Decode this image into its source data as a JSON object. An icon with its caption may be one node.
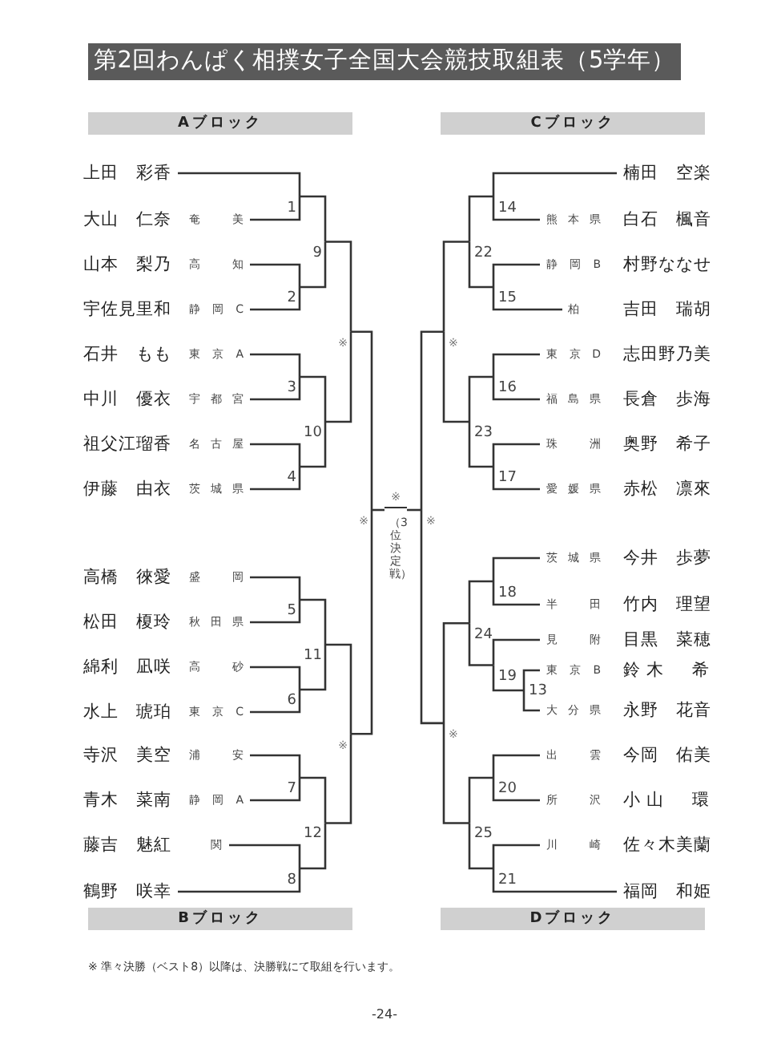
{
  "diagram": {
    "title": "第2回わんぱく相撲女子全国大会競技取組表（5学年）",
    "nodes": [
      {
        "text": [
          "Aブロック"
        ]
      },
      {
        "text": [
          "Cブロック"
        ]
      },
      {
        "text": [
          "上田　彩香"
        ]
      },
      {
        "text": [
          "大山　仁奈",
          "奄美"
        ]
      },
      {
        "text": [
          "山本　梨乃",
          "高知"
        ]
      },
      {
        "text": [
          "宇佐見里和",
          "静岡C"
        ]
      },
      {
        "text": [
          "石井　もも",
          "東京A"
        ]
      },
      {
        "text": [
          "中川　優衣",
          "宇都宮"
        ]
      },
      {
        "text": [
          "祖父江瑠香",
          "名古屋"
        ]
      },
      {
        "text": [
          "伊藤　由衣",
          "茨城県"
        ]
      },
      {
        "text": [
          "楠田　空楽"
        ]
      },
      {
        "text": [
          "熊本県",
          "白石　楓音"
        ]
      },
      {
        "text": [
          "静岡B",
          "村野ななせ"
        ]
      },
      {
        "text": [
          "柏",
          "吉田　瑞胡"
        ]
      },
      {
        "text": [
          "東京D",
          "志田野乃美"
        ]
      },
      {
        "text": [
          "福島県",
          "長倉　歩海"
        ]
      },
      {
        "text": [
          "珠洲",
          "奥野　希子"
        ]
      },
      {
        "text": [
          "愛媛県",
          "赤松　凛來"
        ]
      },
      {
        "text": [
          "高橋　徠愛",
          "盛岡"
        ]
      },
      {
        "text": [
          "松田　榎玲",
          "秋田県"
        ]
      },
      {
        "text": [
          "綿利　凪咲",
          "高砂"
        ]
      },
      {
        "text": [
          "水上　琥珀",
          "東京C"
        ]
      },
      {
        "text": [
          "寺沢　美空",
          "浦安"
        ]
      },
      {
        "text": [
          "青木　菜南",
          "静岡A"
        ]
      },
      {
        "text": [
          "藤吉　魅紅",
          "関"
        ]
      },
      {
        "text": [
          "鶴野　咲幸"
        ]
      },
      {
        "text": [
          "茨城県",
          "今井　歩夢"
        ]
      },
      {
        "text": [
          "半田",
          "竹内　理望"
        ]
      },
      {
        "text": [
          "見附",
          "目黒　菜穂"
        ]
      },
      {
        "text": [
          "東京B",
          "鈴木　希"
        ]
      },
      {
        "text": [
          "大分県",
          "永野　花音"
        ]
      },
      {
        "text": [
          "出雲",
          "今岡　佑美"
        ]
      },
      {
        "text": [
          "所沢",
          "小山　環"
        ]
      },
      {
        "text": [
          "川崎",
          "佐々木美蘭"
        ]
      },
      {
        "text": [
          "福岡　和姫"
        ]
      },
      {
        "text": [
          "Bブロック"
        ]
      },
      {
        "text": [
          "Dブロック"
        ]
      },
      {
        "text": [
          "1"
        ]
      },
      {
        "text": [
          "2"
        ]
      },
      {
        "text": [
          "3"
        ]
      },
      {
        "text": [
          "4"
        ]
      },
      {
        "text": [
          "5"
        ]
      },
      {
        "text": [
          "6"
        ]
      },
      {
        "text": [
          "7"
        ]
      },
      {
        "text": [
          "8"
        ]
      },
      {
        "text": [
          "9"
        ]
      },
      {
        "text": [
          "10"
        ]
      },
      {
        "text": [
          "11"
        ]
      },
      {
        "text": [
          "12"
        ]
      },
      {
        "text": [
          "13"
        ]
      },
      {
        "text": [
          "14"
        ]
      },
      {
        "text": [
          "15"
        ]
      },
      {
        "text": [
          "16"
        ]
      },
      {
        "text": [
          "17"
        ]
      },
      {
        "text": [
          "18"
        ]
      },
      {
        "text": [
          "19"
        ]
      },
      {
        "text": [
          "20"
        ]
      },
      {
        "text": [
          "21"
        ]
      },
      {
        "text": [
          "22"
        ]
      },
      {
        "text": [
          "23"
        ]
      },
      {
        "text": [
          "24"
        ]
      },
      {
        "text": [
          "25"
        ]
      },
      {
        "text": [
          "※"
        ]
      },
      {
        "text": [
          "※"
        ]
      },
      {
        "text": [
          "※"
        ]
      },
      {
        "text": [
          "※"
        ]
      },
      {
        "text": [
          "※"
        ]
      },
      {
        "text": [
          "※"
        ]
      },
      {
        "text": [
          "※"
        ]
      }
    ],
    "edges": [
      {
        "from": 2,
        "to": 37,
        "arrow": "none"
      },
      {
        "from": 3,
        "to": 37,
        "arrow": "none"
      },
      {
        "from": 4,
        "to": 38,
        "arrow": "none"
      },
      {
        "from": 5,
        "to": 38,
        "arrow": "none"
      },
      {
        "from": 6,
        "to": 39,
        "arrow": "none"
      },
      {
        "from": 7,
        "to": 39,
        "arrow": "none"
      },
      {
        "from": 8,
        "to": 40,
        "arrow": "none"
      },
      {
        "from": 9,
        "to": 40,
        "arrow": "none"
      },
      {
        "from": 37,
        "to": 45,
        "arrow": "none"
      },
      {
        "from": 38,
        "to": 45,
        "arrow": "none"
      },
      {
        "from": 39,
        "to": 46,
        "arrow": "none"
      },
      {
        "from": 40,
        "to": 46,
        "arrow": "none"
      },
      {
        "from": 45,
        "to": 62,
        "arrow": "none"
      },
      {
        "from": 46,
        "to": 62,
        "arrow": "none"
      },
      {
        "from": 18,
        "to": 41,
        "arrow": "none"
      },
      {
        "from": 19,
        "to": 41,
        "arrow": "none"
      },
      {
        "from": 20,
        "to": 42,
        "arrow": "none"
      },
      {
        "from": 21,
        "to": 42,
        "arrow": "none"
      },
      {
        "from": 22,
        "to": 43,
        "arrow": "none"
      },
      {
        "from": 23,
        "to": 43,
        "arrow": "none"
      },
      {
        "from": 24,
        "to": 44,
        "arrow": "none"
      },
      {
        "from": 25,
        "to": 44,
        "arrow": "none"
      },
      {
        "from": 41,
        "to": 47,
        "arrow": "none"
      },
      {
        "from": 42,
        "to": 47,
        "arrow": "none"
      },
      {
        "from": 43,
        "to": 48,
        "arrow": "none"
      },
      {
        "from": 44,
        "to": 48,
        "arrow": "none"
      },
      {
        "from": 47,
        "to": 63,
        "arrow": "none"
      },
      {
        "from": 48,
        "to": 63,
        "arrow": "none"
      },
      {
        "from": 62,
        "to": 66,
        "arrow": "none"
      },
      {
        "from": 63,
        "to": 66,
        "arrow": "none"
      },
      {
        "from": 10,
        "to": 50,
        "arrow": "none"
      },
      {
        "from": 11,
        "to": 50,
        "arrow": "none"
      },
      {
        "from": 12,
        "to": 51,
        "arrow": "none"
      },
      {
        "from": 13,
        "to": 51,
        "arrow": "none"
      },
      {
        "from": 14,
        "to": 52,
        "arrow": "none"
      },
      {
        "from": 15,
        "to": 52,
        "arrow": "none"
      },
      {
        "from": 16,
        "to": 53,
        "arrow": "none"
      },
      {
        "from": 17,
        "to": 53,
        "arrow": "none"
      },
      {
        "from": 50,
        "to": 58,
        "arrow": "none"
      },
      {
        "from": 51,
        "to": 58,
        "arrow": "none"
      },
      {
        "from": 52,
        "to": 59,
        "arrow": "none"
      },
      {
        "from": 53,
        "to": 59,
        "arrow": "none"
      },
      {
        "from": 58,
        "to": 64,
        "arrow": "none"
      },
      {
        "from": 59,
        "to": 64,
        "arrow": "none"
      },
      {
        "from": 26,
        "to": 54,
        "arrow": "none"
      },
      {
        "from": 27,
        "to": 54,
        "arrow": "none"
      },
      {
        "from": 29,
        "to": 49,
        "arrow": "none"
      },
      {
        "from": 30,
        "to": 49,
        "arrow": "none"
      },
      {
        "from": 28,
        "to": 55,
        "arrow": "none"
      },
      {
        "from": 49,
        "to": 55,
        "arrow": "none"
      },
      {
        "from": 54,
        "to": 60,
        "arrow": "none"
      },
      {
        "from": 55,
        "to": 60,
        "arrow": "none"
      },
      {
        "from": 31,
        "to": 56,
        "arrow": "none"
      },
      {
        "from": 32,
        "to": 56,
        "arrow": "none"
      },
      {
        "from": 33,
        "to": 57,
        "arrow": "none"
      },
      {
        "from": 34,
        "to": 57,
        "arrow": "none"
      },
      {
        "from": 56,
        "to": 61,
        "arrow": "none"
      },
      {
        "from": 57,
        "to": 61,
        "arrow": "none"
      },
      {
        "from": 60,
        "to": 65,
        "arrow": "none"
      },
      {
        "from": 61,
        "to": 65,
        "arrow": "none"
      },
      {
        "from": 64,
        "to": 67,
        "arrow": "none"
      },
      {
        "from": 65,
        "to": 67,
        "arrow": "none"
      },
      {
        "from": 66,
        "to": 68,
        "arrow": "none"
      },
      {
        "from": 67,
        "to": 68,
        "arrow": "none"
      }
    ],
    "labels": [
      "（3位決定戦）",
      "※ 準々決勝（ベスト8）以降は、決勝戦にて取組を行います。",
      "-24-"
    ]
  }
}
